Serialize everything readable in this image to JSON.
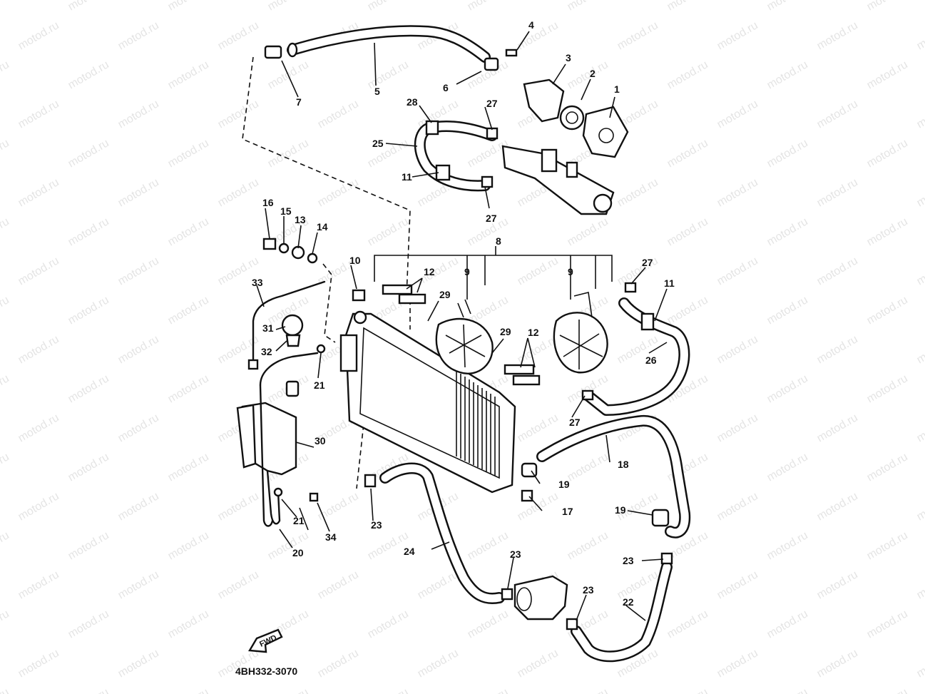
{
  "diagram": {
    "part_code": "4BH332-3070",
    "fwd_label": "FWD",
    "watermark": "motod.ru",
    "callouts": [
      "1",
      "2",
      "3",
      "4",
      "5",
      "6",
      "7",
      "8",
      "9",
      "9",
      "10",
      "11",
      "11",
      "12",
      "12",
      "13",
      "14",
      "15",
      "16",
      "17",
      "18",
      "19",
      "19",
      "20",
      "21",
      "21",
      "22",
      "23",
      "23",
      "23",
      "23",
      "24",
      "25",
      "26",
      "27",
      "27",
      "27",
      "27",
      "28",
      "29",
      "29",
      "30",
      "31",
      "32",
      "33",
      "34"
    ]
  }
}
